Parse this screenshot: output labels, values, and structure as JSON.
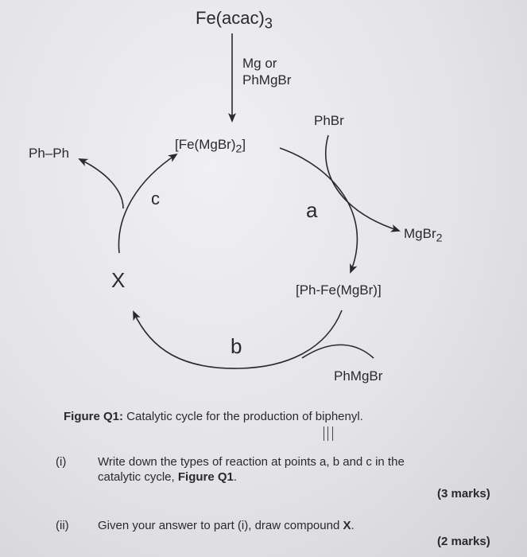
{
  "scheme": {
    "precatalyst": "Fe(acac)",
    "precatalyst_sub": "3",
    "activator_line1": "Mg or",
    "activator_line2": "PhMgBr",
    "active_catalyst": "[Fe(MgBr)",
    "active_catalyst_sub": "2",
    "active_catalyst_tail": "]",
    "reagent_in": "PhBr",
    "byproduct": "MgBr",
    "byproduct_sub": "2",
    "intermediate": "[Ph-Fe(MgBr)]",
    "reagent_b": "PhMgBr",
    "product": "Ph–Ph",
    "species_x": "X",
    "step_a": "a",
    "step_b": "b",
    "step_c": "c"
  },
  "caption": {
    "label": "Figure Q1:",
    "text": " Catalytic cycle for the production of biphenyl."
  },
  "questions": [
    {
      "number": "(i)",
      "line1": "Write down the types of reaction at points a, b and c in the",
      "line2_pre": "catalytic cycle, ",
      "line2_ref": "Figure Q1",
      "line2_post": ".",
      "marks": "(3 marks)"
    },
    {
      "number": "(ii)",
      "text_pre": "Given your answer to part (i), draw compound ",
      "text_ref": "X",
      "text_post": ".",
      "marks": "(2 marks)"
    }
  ],
  "colors": {
    "ink": "#2a2a2c",
    "paper": "#e6e5e7"
  }
}
